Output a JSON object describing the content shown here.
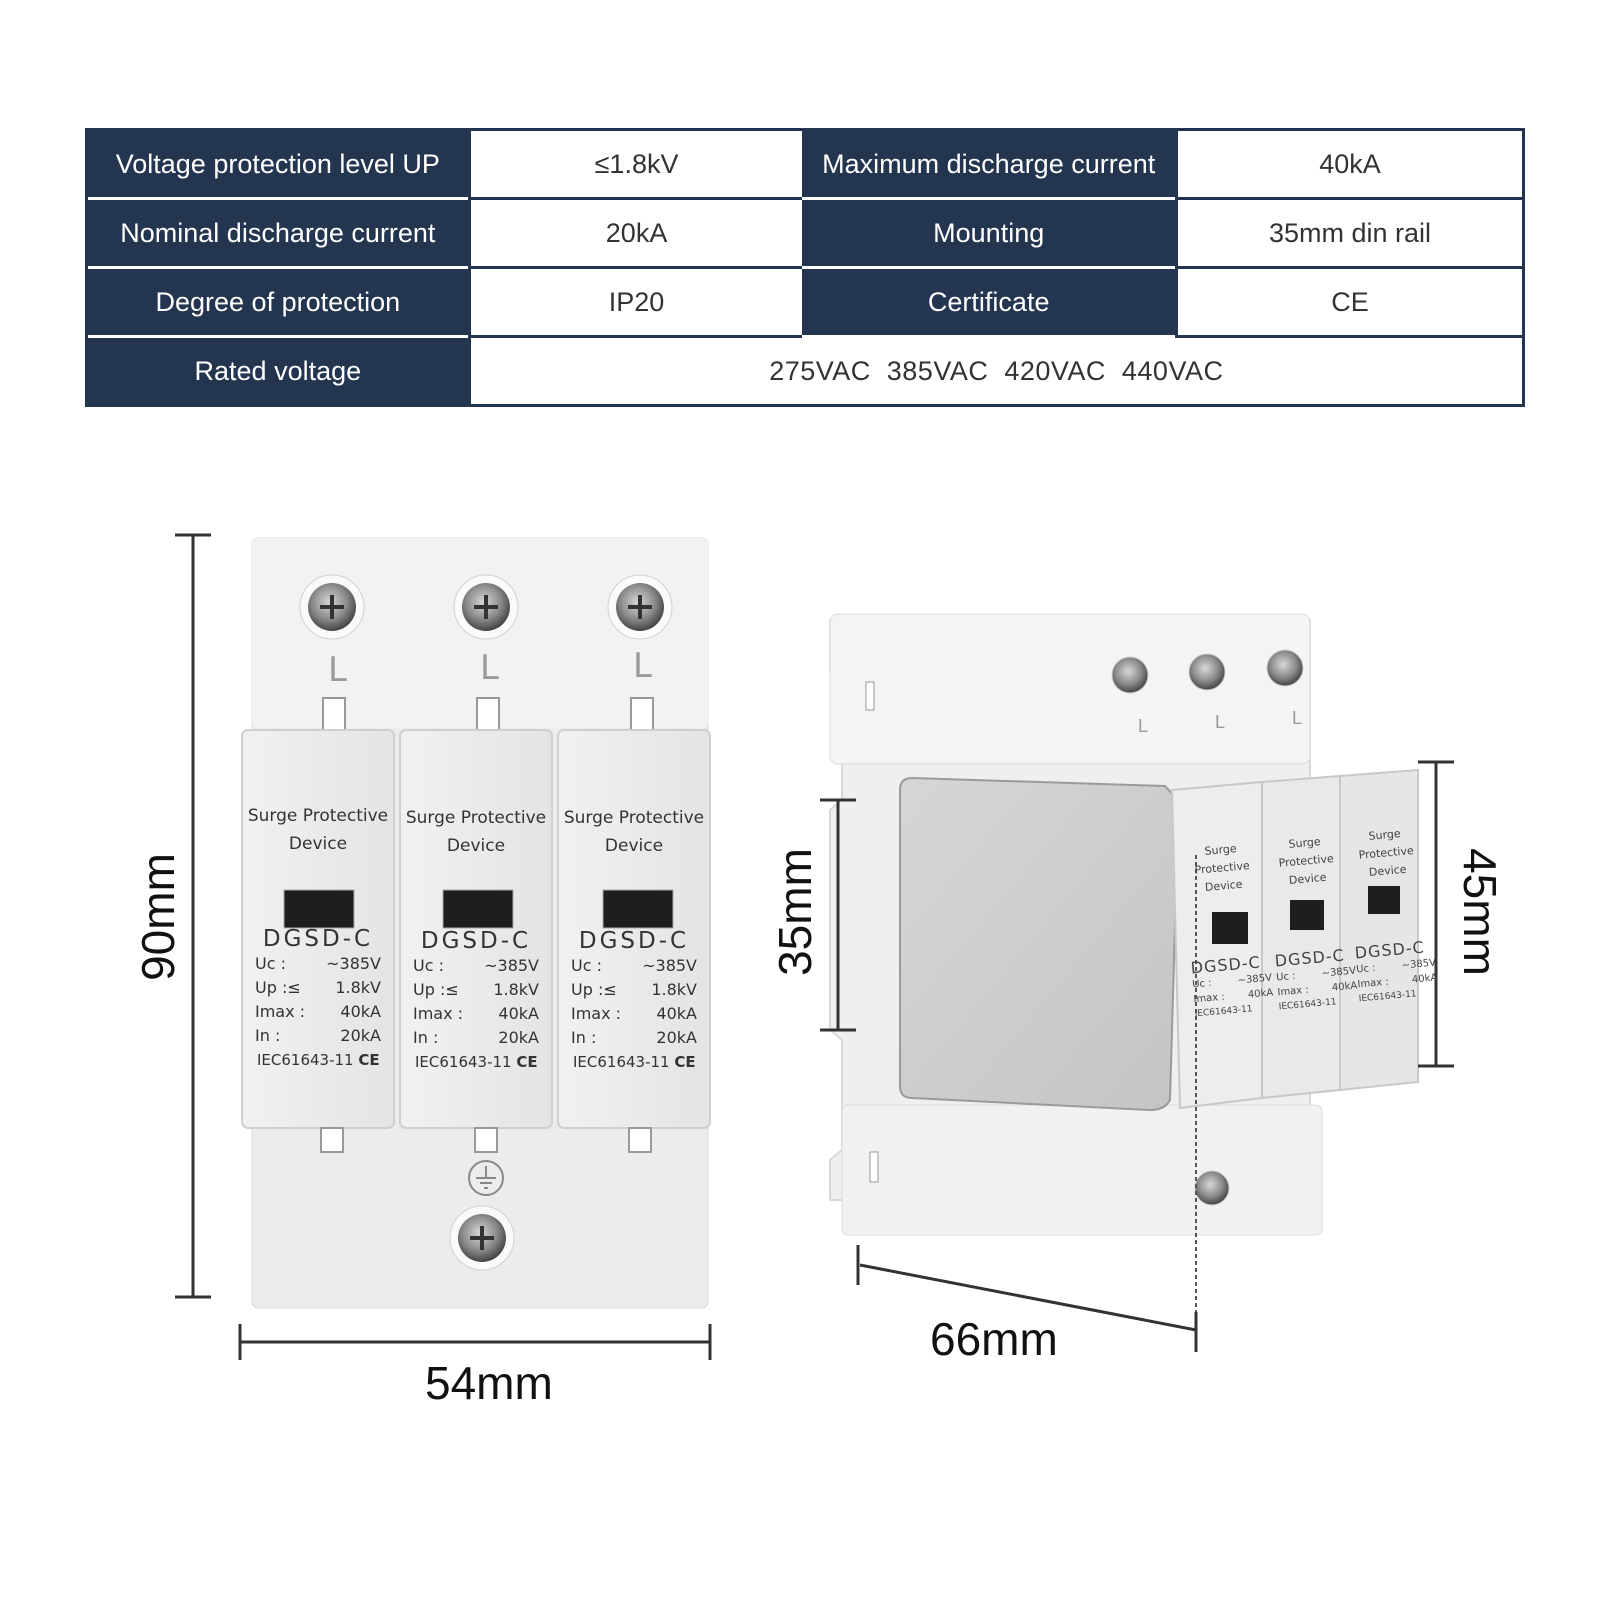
{
  "specs": {
    "rows": [
      {
        "k1": "Voltage protection level UP",
        "v1": "≤1.8kV",
        "k2": "Maximum discharge current",
        "v2": "40kA"
      },
      {
        "k1": "Nominal discharge current",
        "v1": "20kA",
        "k2": "Mounting",
        "v2": "35mm din rail"
      },
      {
        "k1": "Degree of protection",
        "v1": "IP20",
        "k2": "Certificate",
        "v2": "CE"
      }
    ],
    "rated_label": "Rated voltage",
    "rated_value": "275VAC  385VAC  420VAC  440VAC"
  },
  "front": {
    "terminal_label": "L",
    "module": {
      "title_1": "Surge Protective",
      "title_2": "Device",
      "model": "DGSD-C",
      "uc_k": "Uc   :",
      "uc_v": "~385V",
      "up_k": "Up   :≤",
      "up_v": "1.8kV",
      "imax_k": "Imax :",
      "imax_v": "40kA",
      "in_k": "In    :",
      "in_v": "20kA",
      "standard": "IEC61643-11",
      "ce": "CE"
    },
    "height_label": "90mm",
    "width_label": "54mm"
  },
  "side": {
    "rail_label": "35mm",
    "module_label": "45mm",
    "depth_label": "66mm"
  },
  "colors": {
    "header": "#243550",
    "device": "#ececec",
    "outline": "#cfcfcf"
  }
}
